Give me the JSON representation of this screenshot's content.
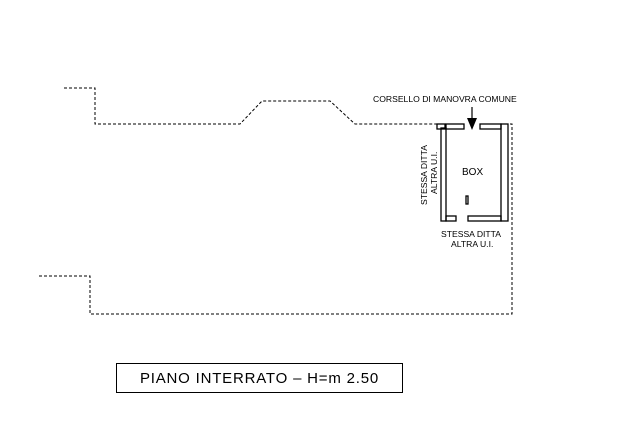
{
  "labels": {
    "corridor": "CORSELLO DI MANOVRA COMUNE",
    "box": "BOX",
    "side_line1": "STESSA DITTA",
    "side_line2": "ALTRA U.I.",
    "bottom_line1": "STESSA DITTA",
    "bottom_line2": "ALTRA U.I."
  },
  "caption": "PIANO INTERRATO – H=m 2.50",
  "colors": {
    "ink": "#000000",
    "paper": "#ffffff"
  }
}
